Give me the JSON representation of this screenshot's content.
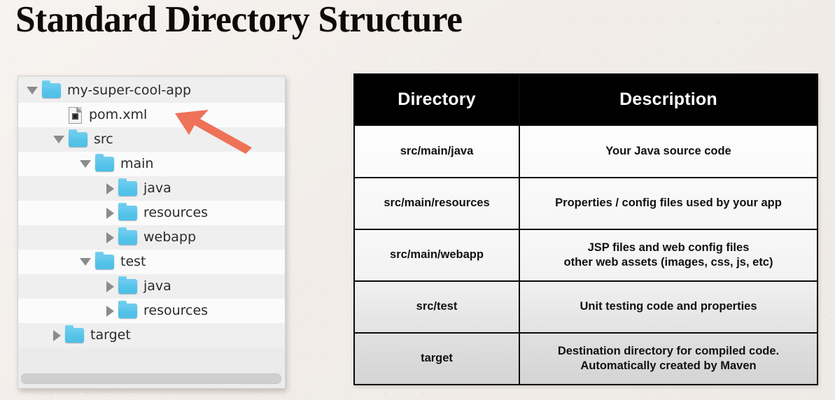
{
  "page": {
    "title": "Standard Directory Structure",
    "background_color": "#f3efec"
  },
  "tree_panel": {
    "name": "project-explorer",
    "rows": [
      {
        "label": "my-super-cool-app",
        "icon": "folder-icon",
        "twisty": "down",
        "depth": 0
      },
      {
        "label": "pom.xml",
        "icon": "file-icon",
        "twisty": "none",
        "depth": 1
      },
      {
        "label": "src",
        "icon": "folder-icon",
        "twisty": "down",
        "depth": 1
      },
      {
        "label": "main",
        "icon": "folder-icon",
        "twisty": "down",
        "depth": 2
      },
      {
        "label": "java",
        "icon": "folder-icon",
        "twisty": "right",
        "depth": 3
      },
      {
        "label": "resources",
        "icon": "folder-icon",
        "twisty": "right",
        "depth": 3
      },
      {
        "label": "webapp",
        "icon": "folder-icon",
        "twisty": "right",
        "depth": 3
      },
      {
        "label": "test",
        "icon": "folder-icon",
        "twisty": "down",
        "depth": 2
      },
      {
        "label": "java",
        "icon": "folder-icon",
        "twisty": "right",
        "depth": 3
      },
      {
        "label": "resources",
        "icon": "folder-icon",
        "twisty": "right",
        "depth": 3
      },
      {
        "label": "target",
        "icon": "folder-icon",
        "twisty": "right",
        "depth": 1
      }
    ],
    "folder_color": "#55c3e9",
    "scrollbar": {
      "orientation": "horizontal"
    }
  },
  "annotation": {
    "arrow": {
      "name": "pom-xml-callout-arrow",
      "color": "#ee7258",
      "points_to": "pom.xml"
    }
  },
  "table": {
    "headers": [
      "Directory",
      "Description"
    ],
    "rows": [
      {
        "directory": "src/main/java",
        "description": [
          "Your Java source code"
        ]
      },
      {
        "directory": "src/main/resources",
        "description": [
          "Properties / config files used by your app"
        ]
      },
      {
        "directory": "src/main/webapp",
        "description": [
          "JSP files and web config files",
          "other web assets (images, css, js, etc)"
        ]
      },
      {
        "directory": "src/test",
        "description": [
          "Unit testing code and properties"
        ]
      },
      {
        "directory": "target",
        "description": [
          "Destination directory for compiled code.",
          "Automatically created by Maven"
        ]
      }
    ],
    "header_background": "#000000",
    "header_text_color": "#ffffff"
  }
}
